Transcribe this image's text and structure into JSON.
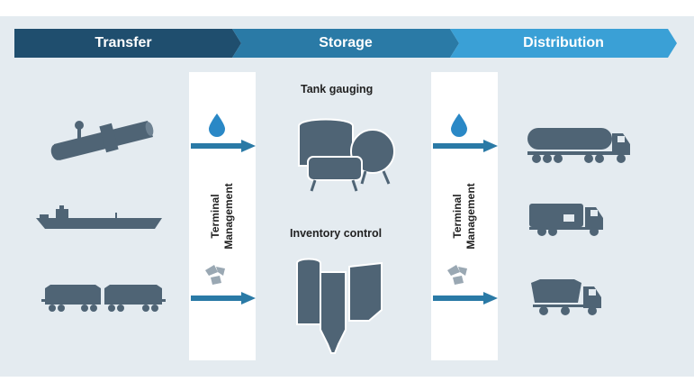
{
  "stages": [
    {
      "label": "Transfer",
      "color": "#1f4e6e"
    },
    {
      "label": "Storage",
      "color": "#2a7aa6"
    },
    {
      "label": "Distribution",
      "color": "#3aa0d6"
    }
  ],
  "terminal_management": {
    "line1": "Terminal",
    "line2": "Management"
  },
  "storage": {
    "tank_gauging": "Tank gauging",
    "inventory_control": "Inventory control"
  },
  "transfer_modes": [
    "pipeline-icon",
    "tanker-ship-icon",
    "freight-train-icon"
  ],
  "distribution_modes": [
    "tank-truck-icon",
    "box-truck-icon",
    "dump-truck-icon"
  ],
  "colors": {
    "icon": "#4f6475",
    "arrow": "#2a7aa6",
    "drop": "#2a88c6",
    "panel": "#e4ebf0"
  }
}
